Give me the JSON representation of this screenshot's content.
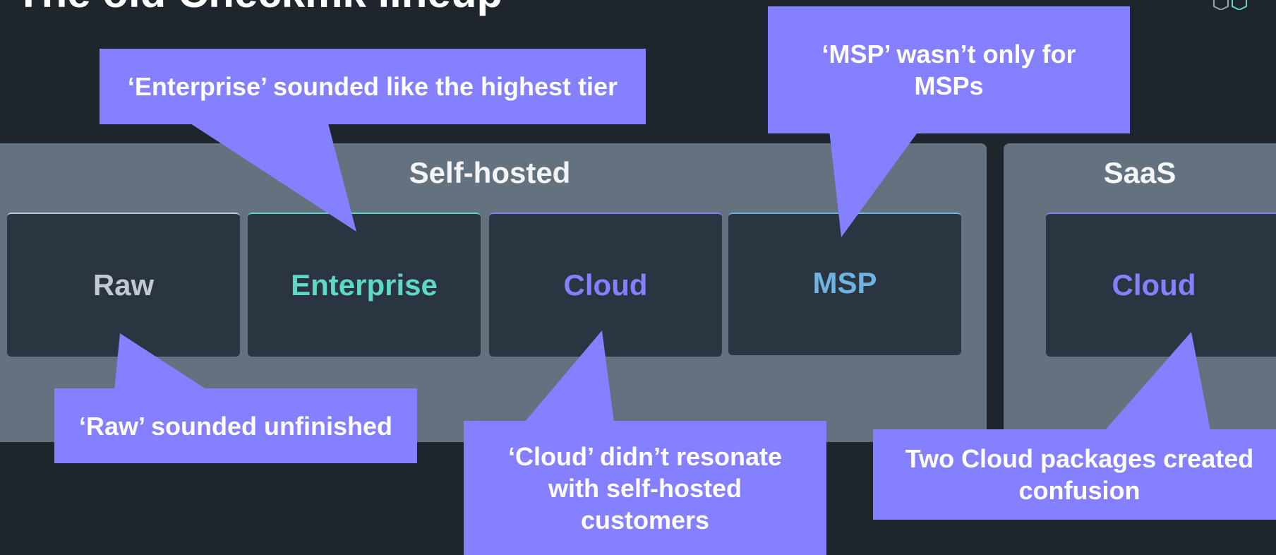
{
  "slide": {
    "title": "The old Checkmk lineup"
  },
  "groups": [
    {
      "title": "Self-hosted"
    },
    {
      "title": "SaaS"
    }
  ],
  "packages": [
    {
      "label": "Raw",
      "color": "#c3c9d0",
      "accent": "#c4cdd6"
    },
    {
      "label": "Enterprise",
      "color": "#5fd9c7",
      "accent": "#5fd9c7"
    },
    {
      "label": "Cloud",
      "color": "#8580ff",
      "accent": "#8580ff"
    },
    {
      "label": "MSP",
      "color": "#6fb3e3",
      "accent": "#6fb3e3"
    },
    {
      "label": "Cloud",
      "color": "#8580ff",
      "accent": "#8580ff"
    }
  ],
  "callouts": {
    "enterprise": "‘Enterprise’ sounded like the highest tier",
    "msp": "‘MSP’ wasn’t only for MSPs",
    "raw": "‘Raw’ sounded unfinished",
    "cloud": "‘Cloud’ didn’t resonate with self-hosted customers",
    "two_cloud": "Two Cloud packages created confusion"
  },
  "colors": {
    "background": "#1f252c",
    "panel": "#64717e",
    "card": "#2b3541",
    "callout": "#8580ff"
  },
  "icons": [
    "checkmk-logo-icon"
  ]
}
